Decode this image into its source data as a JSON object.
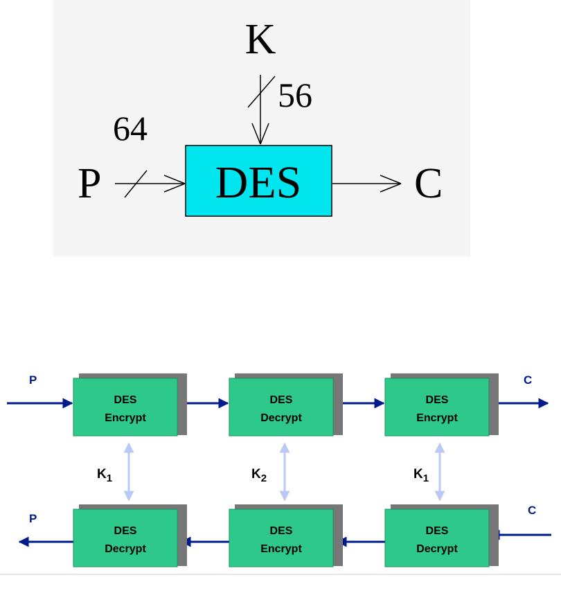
{
  "single_des": {
    "key_label": "K",
    "key_bits": "56",
    "plaintext_label": "P",
    "plaintext_bits": "64",
    "block_label": "DES",
    "ciphertext_label": "C",
    "block_color": "#00e5ee",
    "panel_color": "#f5f5f5"
  },
  "triple_des": {
    "block_color": "#2ec98a",
    "arrow_color": "#001a8c",
    "key_arrow_color": "#b9c8f5",
    "encrypt_row": {
      "input_label": "P",
      "output_label": "C",
      "blocks": [
        {
          "line1": "DES",
          "line2": "Encrypt"
        },
        {
          "line1": "DES",
          "line2": "Decrypt"
        },
        {
          "line1": "DES",
          "line2": "Encrypt"
        }
      ]
    },
    "decrypt_row": {
      "input_label": "C",
      "output_label": "P",
      "blocks": [
        {
          "line1": "DES",
          "line2": "Decrypt"
        },
        {
          "line1": "DES",
          "line2": "Encrypt"
        },
        {
          "line1": "DES",
          "line2": "Decrypt"
        }
      ]
    },
    "keys": [
      {
        "base": "K",
        "sub": "1"
      },
      {
        "base": "K",
        "sub": "2"
      },
      {
        "base": "K",
        "sub": "1"
      }
    ]
  }
}
